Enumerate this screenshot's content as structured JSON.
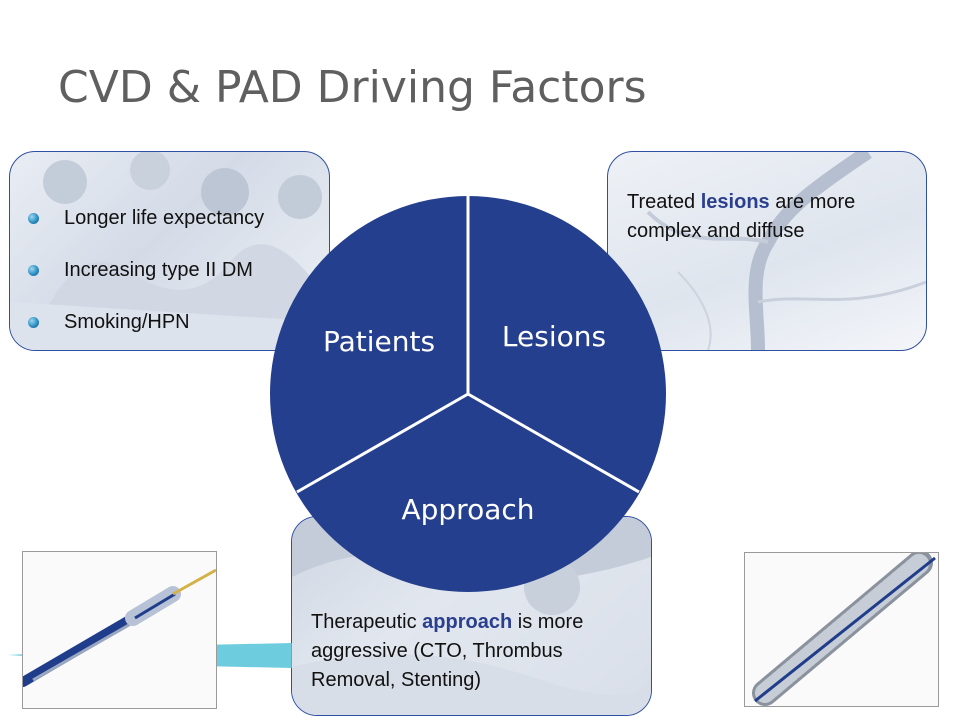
{
  "slide": {
    "title": "CVD & PAD Driving Factors"
  },
  "patients_panel": {
    "bullets": [
      "Longer life expectancy",
      "Increasing type II DM",
      "Smoking/HPN"
    ]
  },
  "lesions_panel": {
    "text_before": "Treated ",
    "highlight": "lesions",
    "text_after": " are more complex and diffuse"
  },
  "approach_panel": {
    "text_before": "Therapeutic ",
    "highlight": "approach",
    "text_after": " is more aggressive (CTO, Thrombus Removal, Stenting)"
  },
  "pie": {
    "segments": [
      "Patients",
      "Lesions",
      "Approach"
    ]
  },
  "colors": {
    "pie_fill": "#253f8f",
    "highlight": "#2b3f8f",
    "panel_border": "#2f4fa3",
    "cyan": "#54c3d8"
  }
}
